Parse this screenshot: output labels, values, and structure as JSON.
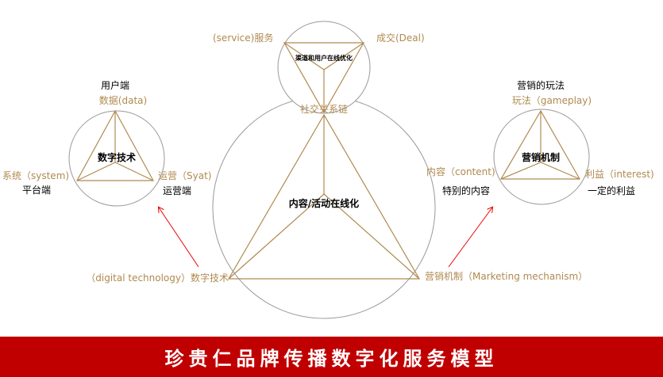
{
  "top": {
    "left_label": "(service)服务",
    "right_label": "成交(Deal)",
    "center": "渠道和用户在线优化",
    "bottom_label": "社交关系链"
  },
  "main": {
    "center": "内容/活动在线化",
    "left_label": "（digital technology）数字技术",
    "right_label": "营销机制（Marketing mechanism）"
  },
  "left": {
    "top_sub": "用户端",
    "top_label": "数据(data)",
    "center": "数字技术",
    "left_label": "系统（system)",
    "left_sub": "平台端",
    "right_label": "运营（Syat)",
    "right_sub": "运营端"
  },
  "right": {
    "top_sub": "营销的玩法",
    "top_label": "玩法（gameplay)",
    "center": "营销机制",
    "left_label": "内容（content)",
    "left_sub": "特别的内容",
    "right_label": "利益（interest)",
    "right_sub": "一定的利益"
  },
  "banner": {
    "title": "珍贵仁品牌传播数字化服务模型"
  },
  "colors": {
    "gold": "#b08a50",
    "red": "#c00000",
    "circle": "#999999"
  }
}
